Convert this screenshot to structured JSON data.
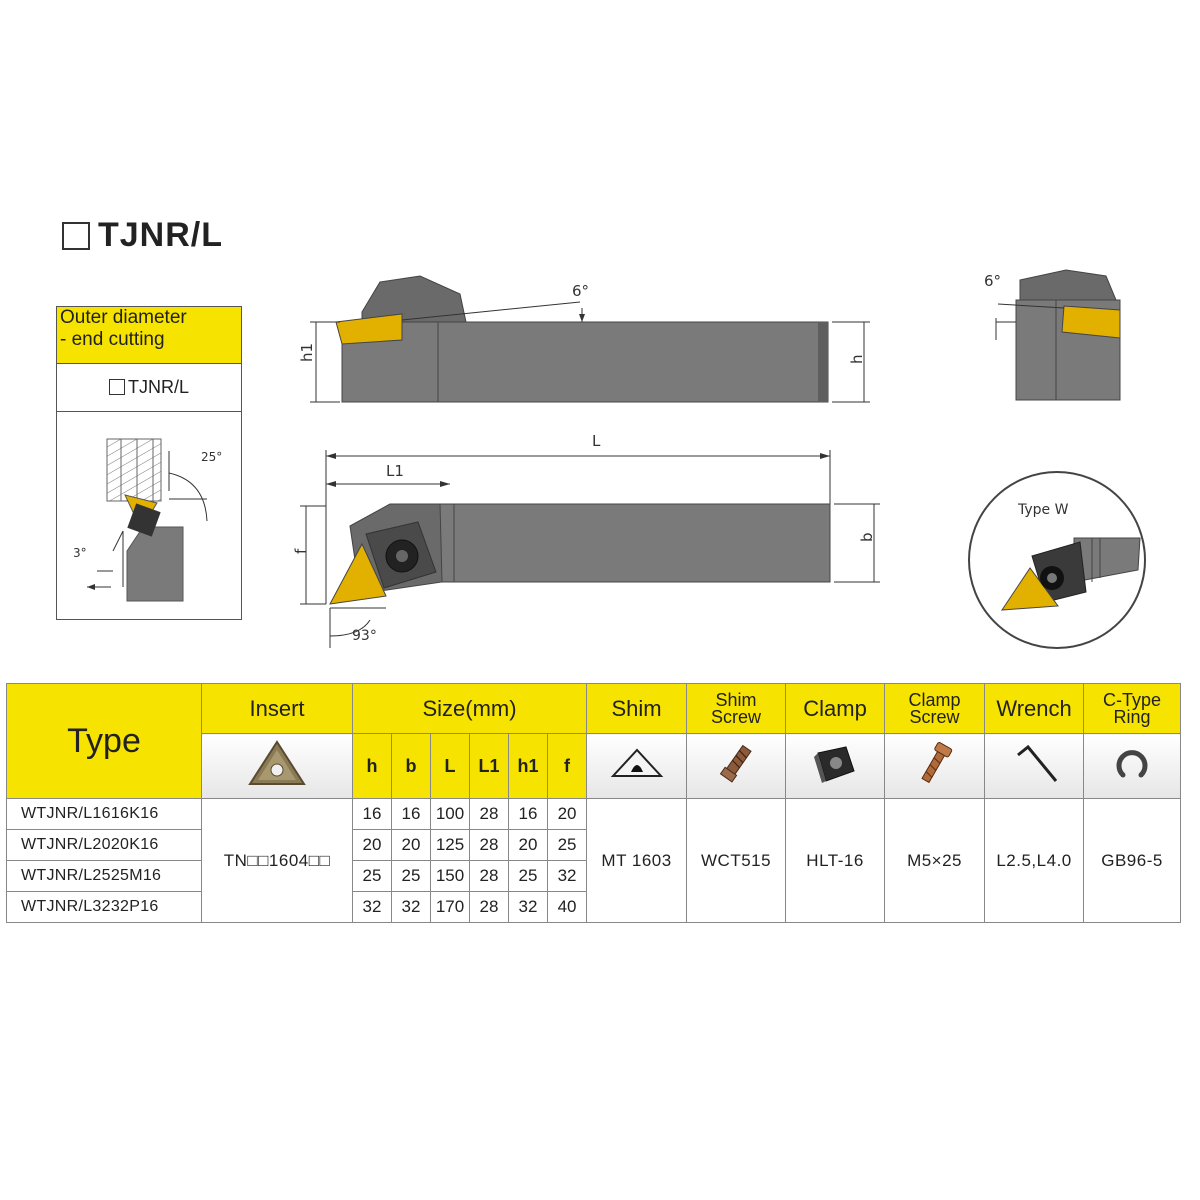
{
  "title": "TJNR/L",
  "application": {
    "line1": "Outer diameter",
    "line2": "- end cutting",
    "model": "TJNR/L",
    "angle_top": "25°",
    "angle_side": "3°"
  },
  "drawing": {
    "side_angle": "6°",
    "end_angle": "6°",
    "h1": "h1",
    "h": "h",
    "L": "L",
    "L1": "L1",
    "f": "f",
    "b": "b",
    "approach_angle": "93°",
    "detail_label": "Type W"
  },
  "table": {
    "type_header": "Type",
    "insert_header": "Insert",
    "size_header": "Size(mm)",
    "shim_header": "Shim",
    "shim_screw_header_1": "Shim",
    "shim_screw_header_2": "Screw",
    "clamp_header": "Clamp",
    "clamp_screw_header_1": "Clamp",
    "clamp_screw_header_2": "Screw",
    "wrench_header": "Wrench",
    "ring_header_1": "C-Type",
    "ring_header_2": "Ring",
    "dims": [
      "h",
      "b",
      "L",
      "L1",
      "h1",
      "f"
    ],
    "rows": [
      {
        "model": "WTJNR/L1616K16",
        "h": "16",
        "b": "16",
        "L": "100",
        "L1": "28",
        "h1": "16",
        "f": "20"
      },
      {
        "model": "WTJNR/L2020K16",
        "h": "20",
        "b": "20",
        "L": "125",
        "L1": "28",
        "h1": "20",
        "f": "25"
      },
      {
        "model": "WTJNR/L2525M16",
        "h": "25",
        "b": "25",
        "L": "150",
        "L1": "28",
        "h1": "25",
        "f": "32"
      },
      {
        "model": "WTJNR/L3232P16",
        "h": "32",
        "b": "32",
        "L": "170",
        "L1": "28",
        "h1": "32",
        "f": "40"
      }
    ],
    "insert": "TN□□1604□□",
    "shim": "MT 1603",
    "shim_screw": "WCT515",
    "clamp": "HLT-16",
    "clamp_screw": "M5×25",
    "wrench": "L2.5,L4.0",
    "ring": "GB96-5"
  },
  "colors": {
    "accent_yellow": "#f7e300",
    "holder_gray": "#7a7a7a",
    "insert_gold": "#e2b100"
  }
}
